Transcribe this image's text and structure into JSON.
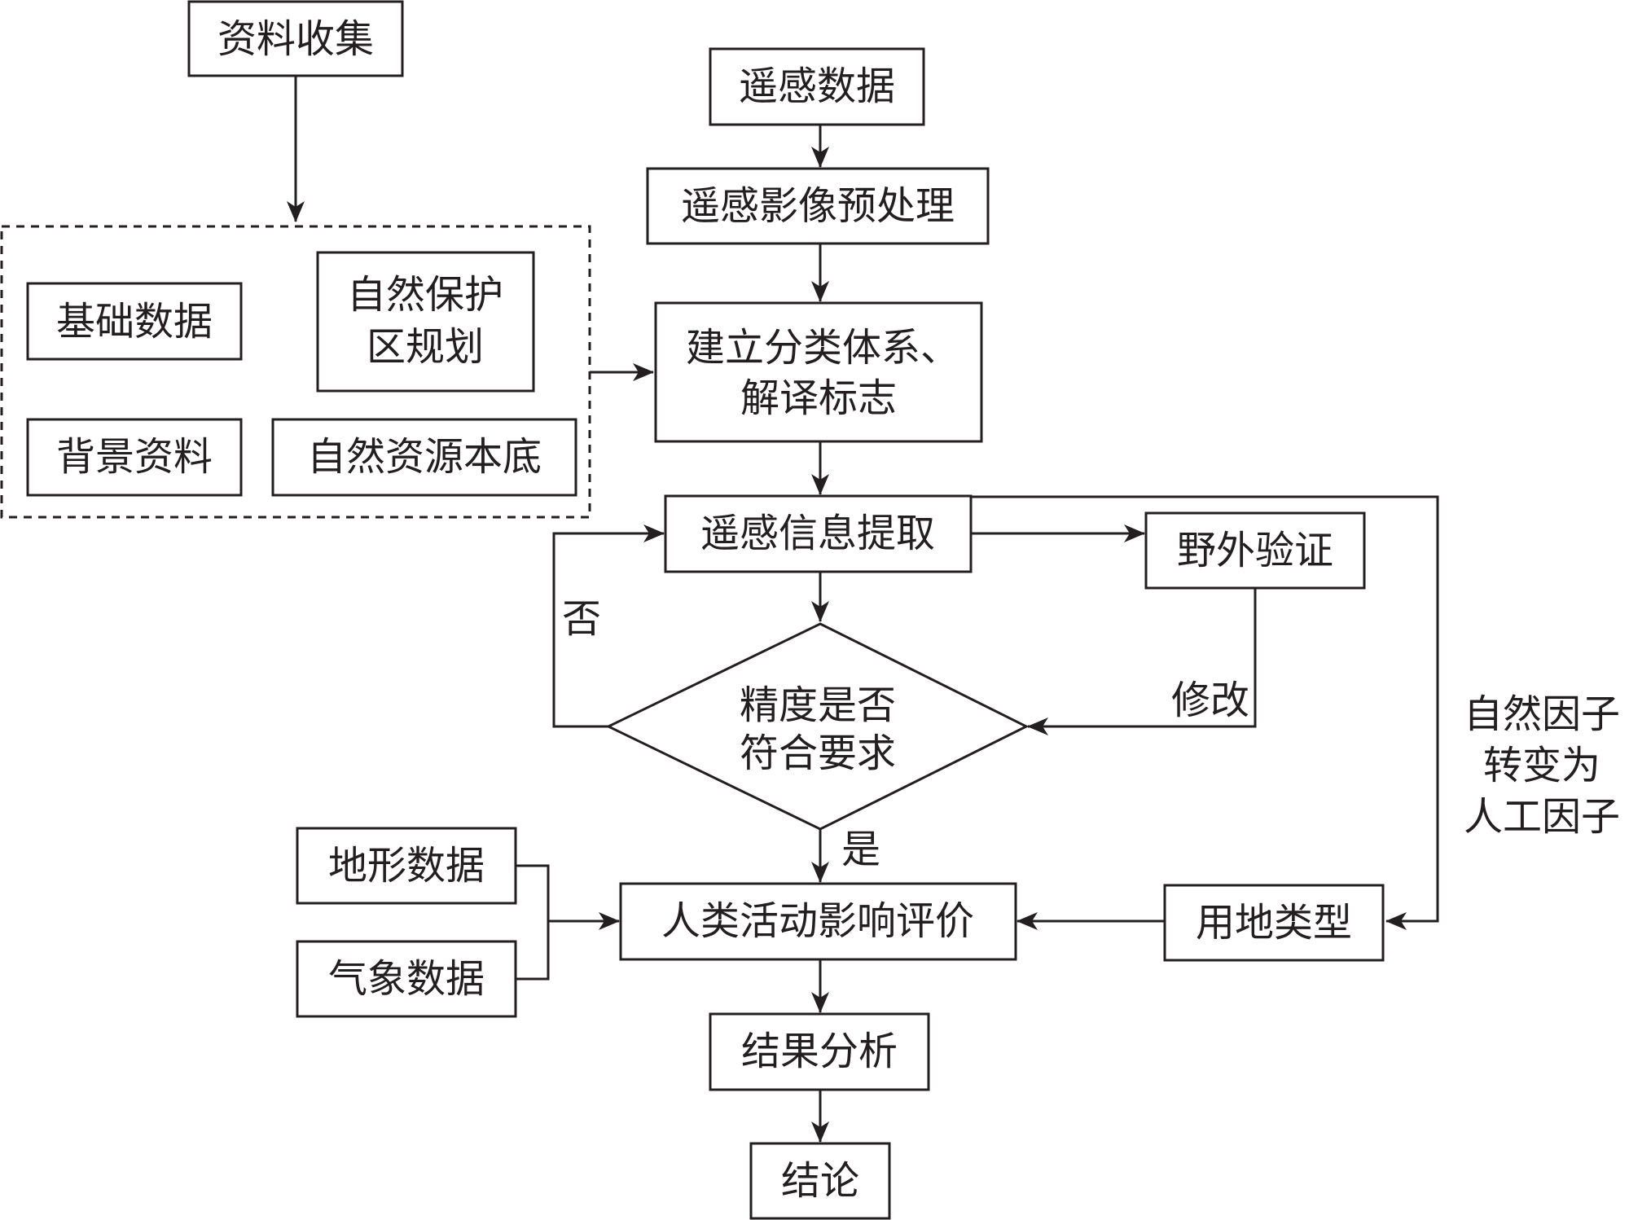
{
  "nodes": {
    "data_collection": "资料收集",
    "basic_data": "基础数据",
    "nature_reserve_plan_line1": "自然保护",
    "nature_reserve_plan_line2": "区规划",
    "background_data": "背景资料",
    "natural_resources_base": "自然资源本底",
    "remote_sensing_data": "遥感数据",
    "image_preprocessing": "遥感影像预处理",
    "classification_line1": "建立分类体系、",
    "classification_line2": "解译标志",
    "info_extraction": "遥感信息提取",
    "field_verification": "野外验证",
    "accuracy_check_line1": "精度是否",
    "accuracy_check_line2": "符合要求",
    "terrain_data": "地形数据",
    "climate_data": "气象数据",
    "impact_evaluation": "人类活动影响评价",
    "land_use_type": "用地类型",
    "result_analysis": "结果分析",
    "conclusion": "结论"
  },
  "edge_labels": {
    "no": "否",
    "revise": "修改",
    "yes": "是",
    "factor_line1": "自然因子",
    "factor_line2": "转变为",
    "factor_line3": "人工因子"
  },
  "colors": {
    "ink": "#231f20",
    "background": "#ffffff"
  }
}
